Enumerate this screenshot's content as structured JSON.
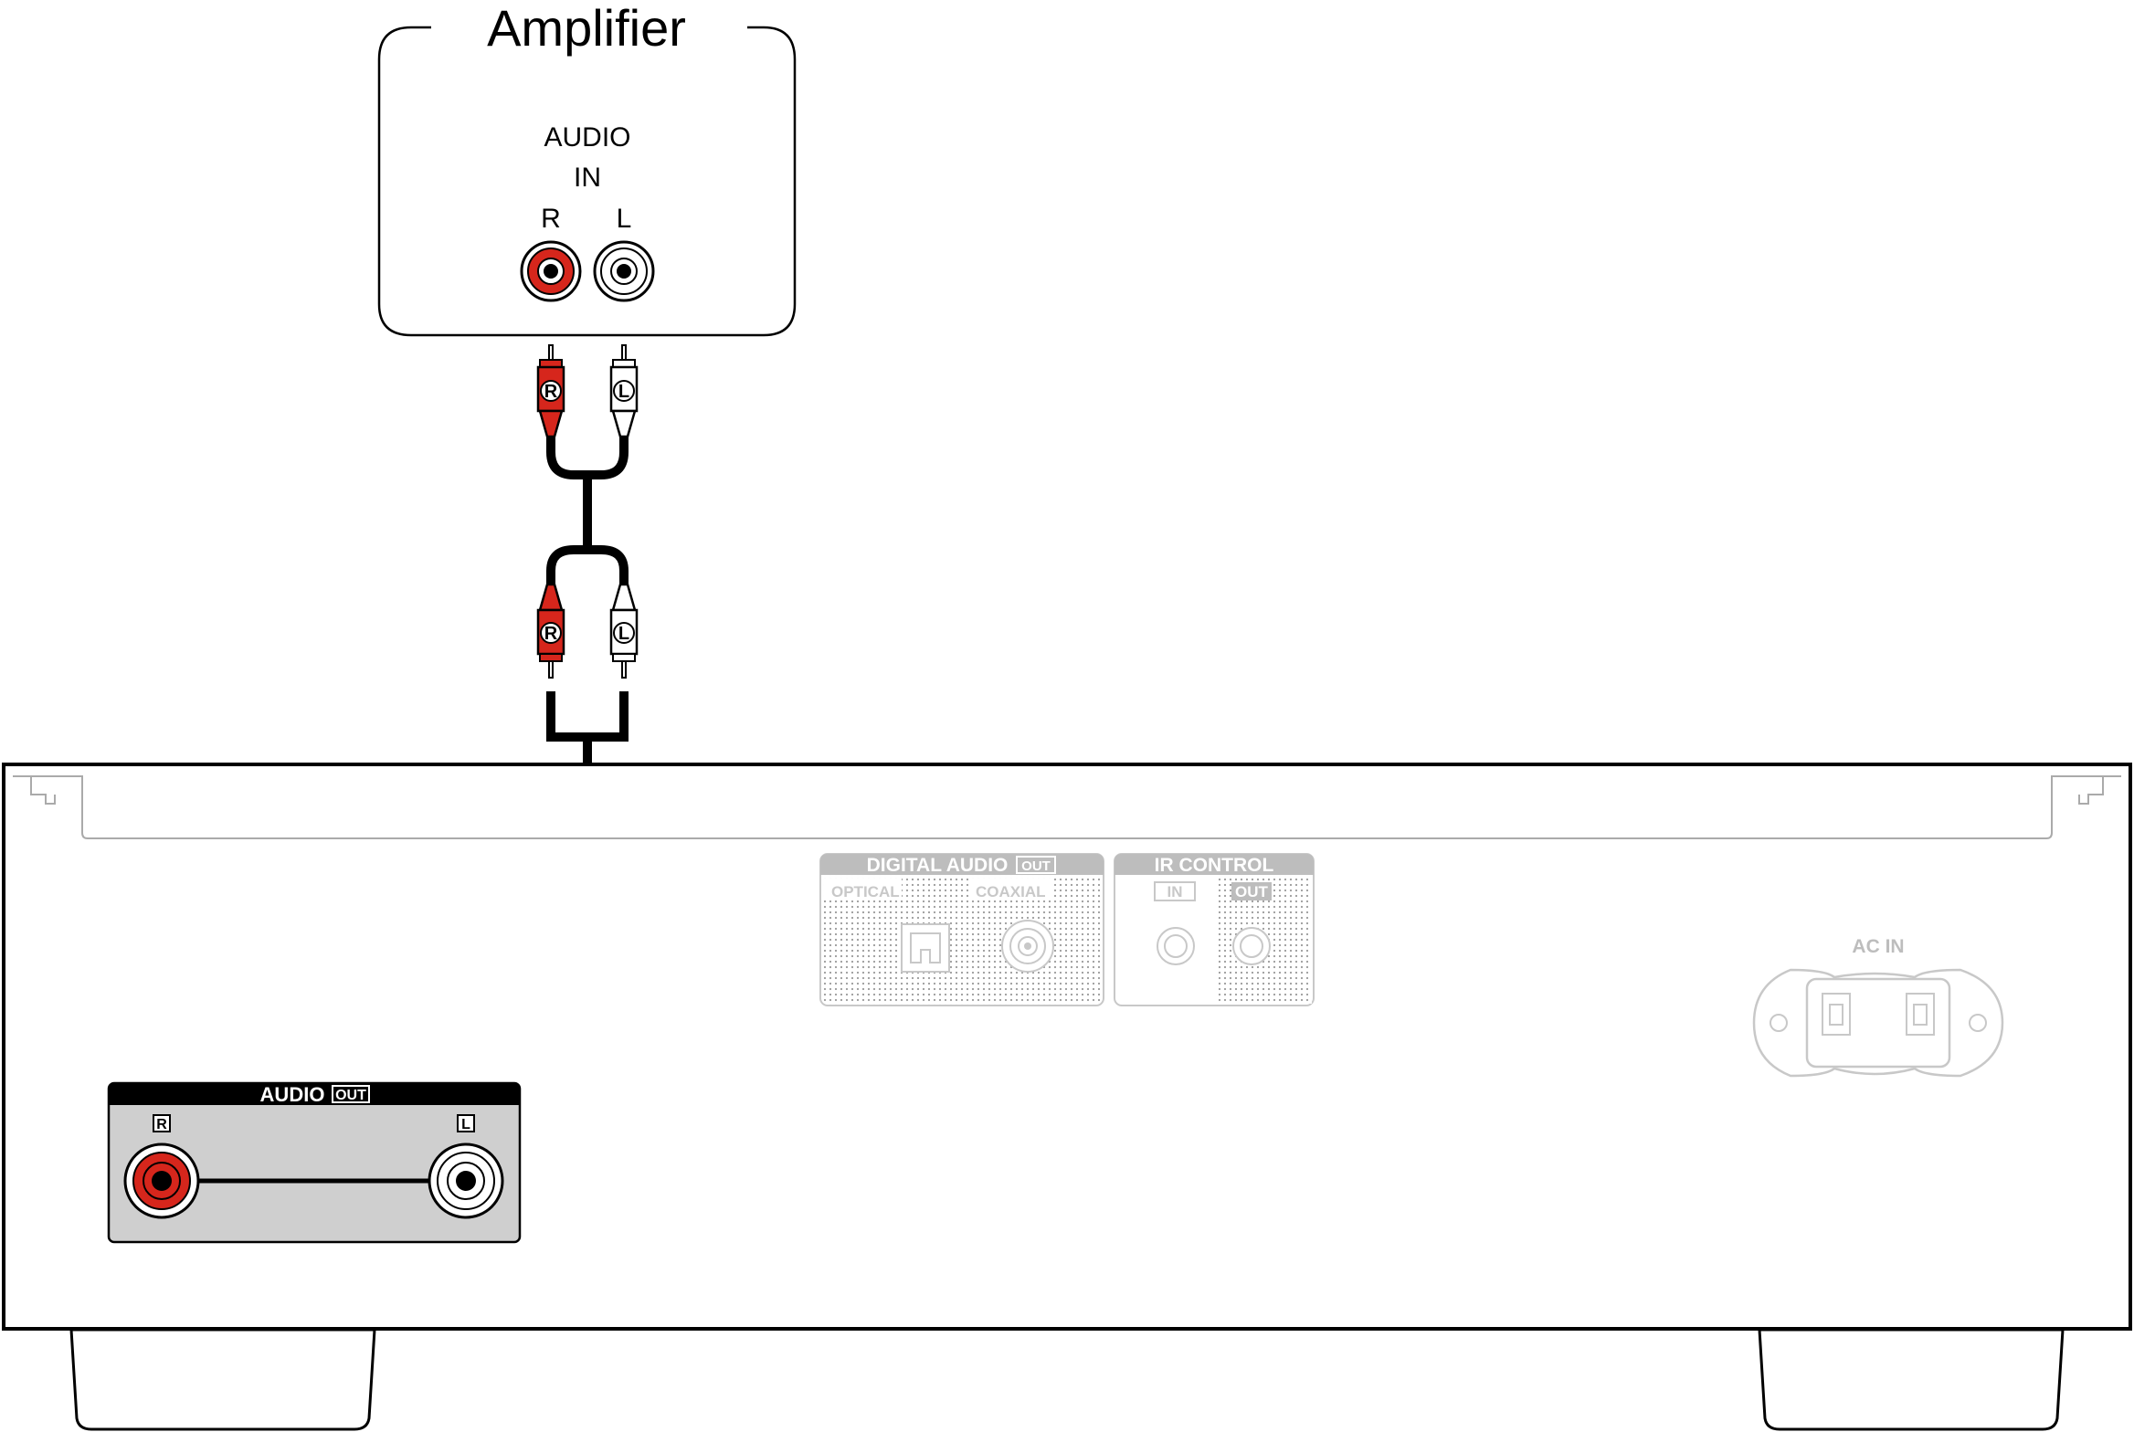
{
  "amplifier": {
    "title": "Amplifier",
    "input_label_line1": "AUDIO",
    "input_label_line2": "IN",
    "jack_right_label": "R",
    "jack_left_label": "L"
  },
  "cable": {
    "plug_right_letter": "R",
    "plug_left_letter": "L"
  },
  "player_rear_panel": {
    "digital_audio": {
      "title": "DIGITAL AUDIO",
      "title_badge": "OUT",
      "optical_label": "OPTICAL",
      "coaxial_label": "COAXIAL"
    },
    "ir_control": {
      "title": "IR CONTROL",
      "in_label": "IN",
      "out_label": "OUT"
    },
    "audio_out": {
      "title": "AUDIO",
      "title_badge": "OUT",
      "right_label": "R",
      "left_label": "L"
    },
    "ac_in_label": "AC IN"
  },
  "colors": {
    "right_channel": "#d6261c",
    "left_channel": "#ffffff",
    "cable": "#000000",
    "panel_gray": "#bdbdbd",
    "jack_panel_fill": "#cfcfcf"
  }
}
